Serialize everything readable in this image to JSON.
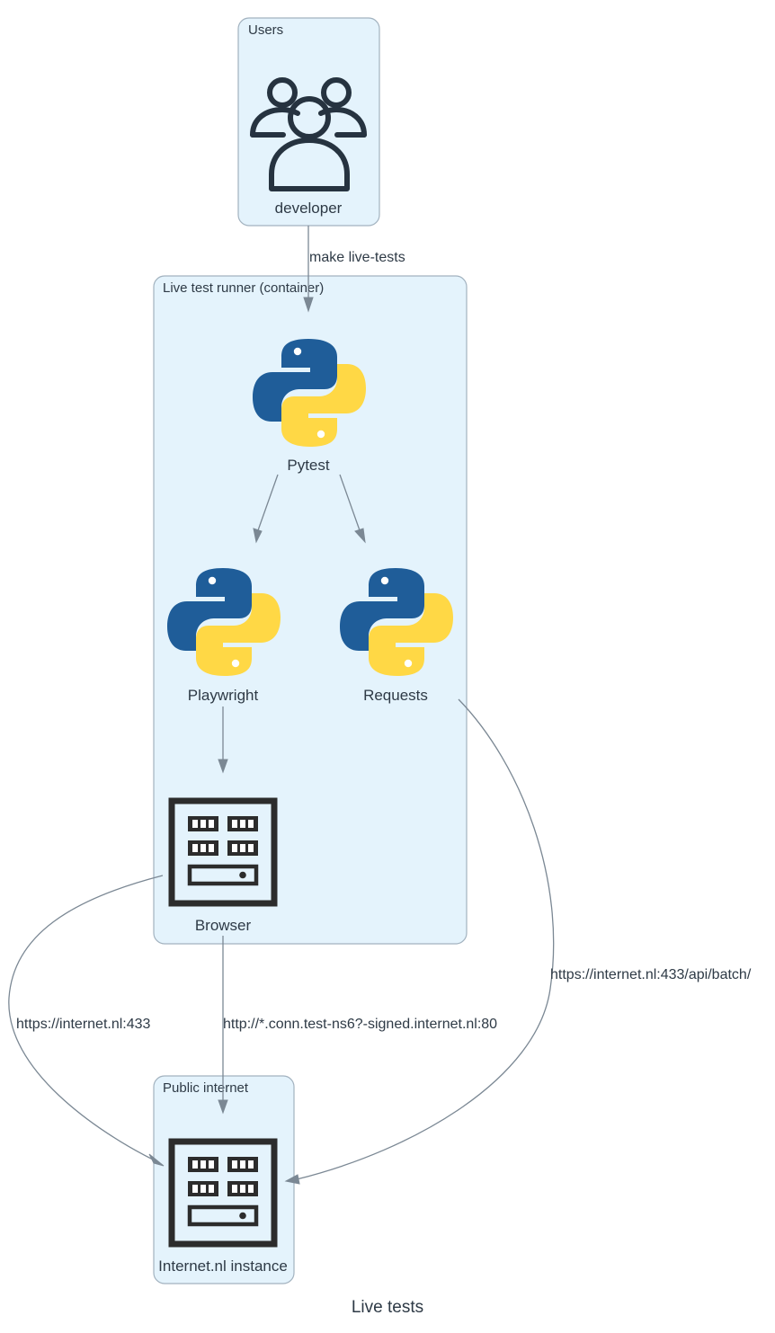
{
  "diagram": {
    "title": "Live tests",
    "clusters": {
      "users": "Users",
      "runner": "Live test runner (container)",
      "internet": "Public internet"
    },
    "nodes": {
      "developer": "developer",
      "pytest": "Pytest",
      "playwright": "Playwright",
      "requests": "Requests",
      "browser": "Browser",
      "instance": "Internet.nl instance"
    },
    "edges": {
      "developer_pytest": "make live-tests",
      "browser_instance_left": "https://internet.nl:433",
      "browser_instance_mid": "http://*.conn.test-ns6?-signed.internet.nl:80",
      "requests_instance": "https://internet.nl:433/api/batch/"
    },
    "icons": {
      "developer": "users-icon",
      "pytest": "python-icon",
      "playwright": "python-icon",
      "requests": "python-icon",
      "browser": "server-rack-icon",
      "instance": "server-rack-icon"
    },
    "colors": {
      "cluster_fill": "#e4f3fc",
      "cluster_border": "#a2b2bf",
      "edge": "#7b8894",
      "python_blue": "#1f5d99",
      "python_yellow": "#ffd845",
      "icon_dark": "#2c2c2c"
    }
  }
}
